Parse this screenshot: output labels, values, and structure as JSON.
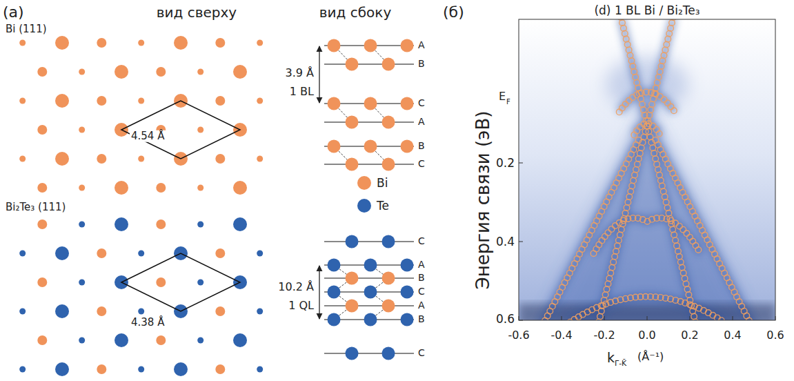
{
  "diagram": {
    "labels": [
      "(a)",
      "вид сверху",
      "вид сбоку",
      "Bi (111)",
      "4.54 Å",
      "A",
      "B",
      "3.9 Å",
      "1 BL",
      "C",
      "A",
      "B",
      "C",
      "Bi₂Te₃ (111)",
      "4.38 Å",
      "C",
      "A",
      "B",
      "10.2 Å",
      "1 QL",
      "C",
      "A",
      "B",
      "C",
      "(б)",
      "(d) 1 BL Bi / Bi₂Te₃",
      "E",
      "F",
      "Энергия связи (эВ)",
      "0.2",
      "0.4",
      "0.6",
      "-0.6",
      "-0.4",
      "-0.2",
      "0.0",
      "0.2",
      "0.4",
      "0.6",
      "k",
      "Γ̄-K̄",
      "(Å⁻¹)"
    ],
    "legend": [
      {
        "text": "Bi",
        "color": "#f0935a"
      },
      {
        "text": "Te",
        "color": "#2f63ae"
      }
    ]
  }
}
